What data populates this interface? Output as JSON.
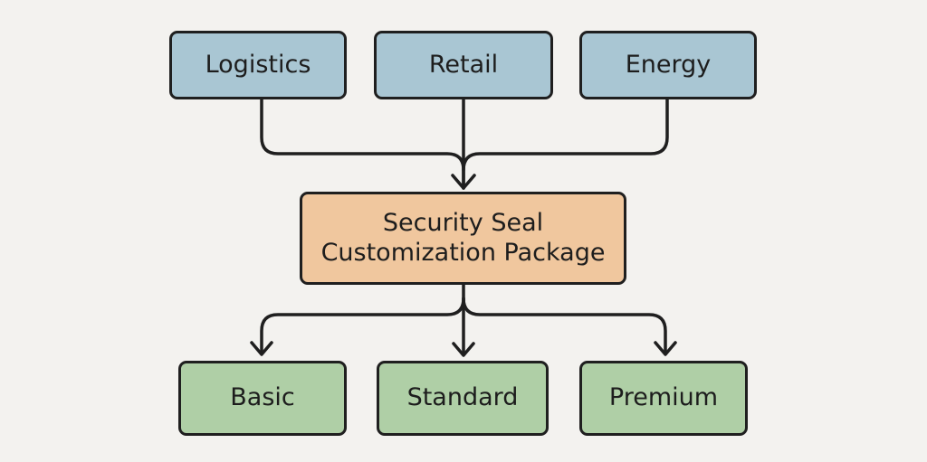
{
  "diagram": {
    "sources": [
      {
        "label": "Logistics"
      },
      {
        "label": "Retail"
      },
      {
        "label": "Energy"
      }
    ],
    "center": {
      "line1": "Security Seal",
      "line2": "Customization Package"
    },
    "tiers": [
      {
        "label": "Basic"
      },
      {
        "label": "Standard"
      },
      {
        "label": "Premium"
      }
    ]
  },
  "colors": {
    "background": "#f3f2ef",
    "source_fill": "#a9c6d3",
    "center_fill": "#f0c79e",
    "tier_fill": "#afcfa6",
    "stroke": "#1f1f1f"
  },
  "icons": [
    "arrowhead-icon"
  ]
}
